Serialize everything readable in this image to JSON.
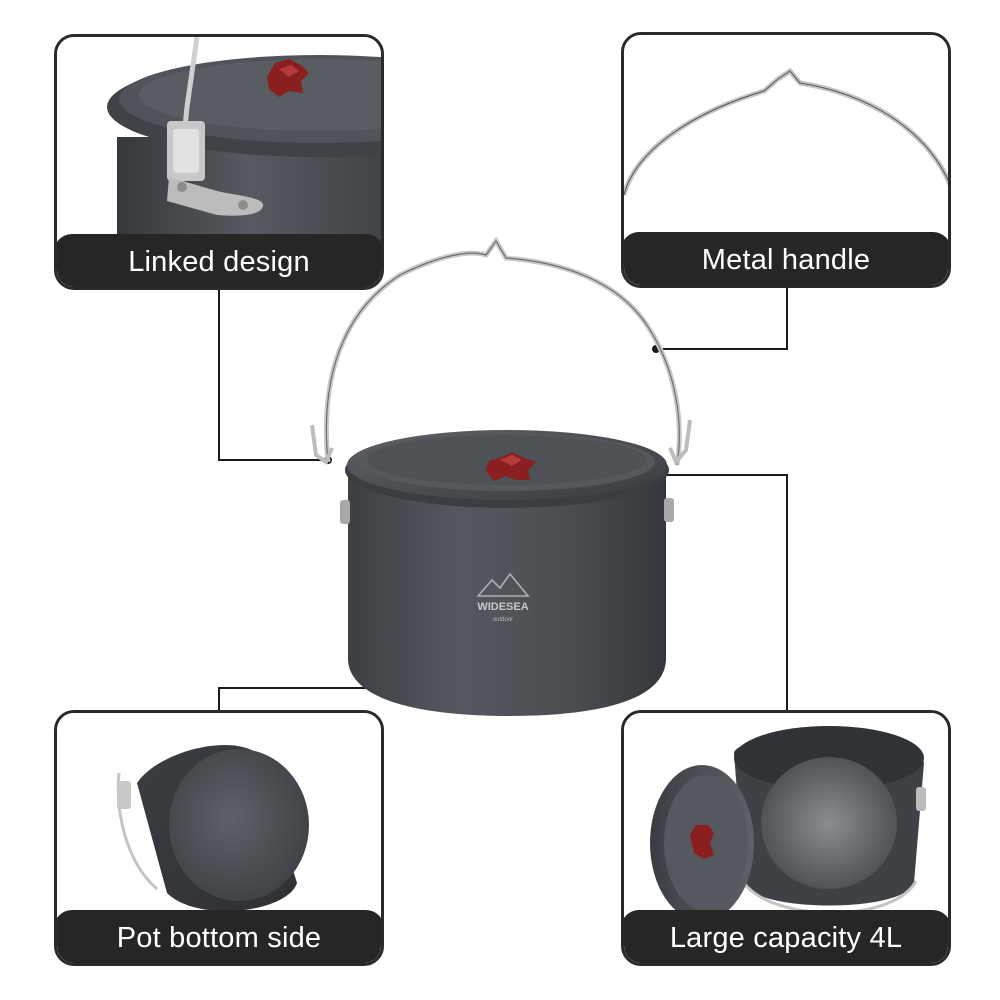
{
  "features": {
    "linked_design": {
      "label": "Linked design"
    },
    "metal_handle": {
      "label": "Metal handle"
    },
    "pot_bottom_side": {
      "label": "Pot bottom side"
    },
    "large_capacity": {
      "label": "Large capacity 4L"
    }
  },
  "product": {
    "brand_mark": "WIDESEA",
    "brand_sub": "outdoor"
  },
  "colors": {
    "pot_body": "#4a4d52",
    "lid_knob": "#8b1e1e",
    "caption_bg": "#262626",
    "caption_text": "#ffffff",
    "line": "#1a1a1a"
  }
}
